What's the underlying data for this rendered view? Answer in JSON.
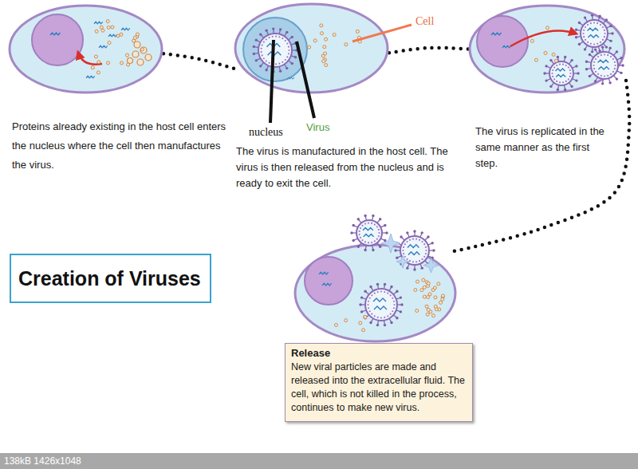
{
  "diagram": {
    "title": "Creation of Viruses",
    "nodes": [
      {
        "text": [
          "Proteins already existing in the host cell enters the nucleus where the cell then manufactures the virus."
        ]
      },
      {
        "text": [
          "The virus is manufactured in the host cell. The virus is then released from the nucleus and is ready to exit the cell."
        ]
      },
      {
        "text": [
          "The virus is replicated in the same manner as the first step."
        ]
      },
      {
        "text": [
          "Release",
          "New viral particles are made and released into the extracellular fluid. The cell, which is not killed in the process, continues to make new virus."
        ]
      }
    ],
    "edges": [
      {
        "from": 0,
        "to": 1,
        "arrow": "none"
      },
      {
        "from": 1,
        "to": 2,
        "arrow": "none"
      },
      {
        "from": 2,
        "to": 3,
        "arrow": "none"
      }
    ],
    "labels": [
      "Cell",
      "nucleus",
      "Virus",
      "138kB 1426x1048"
    ]
  }
}
